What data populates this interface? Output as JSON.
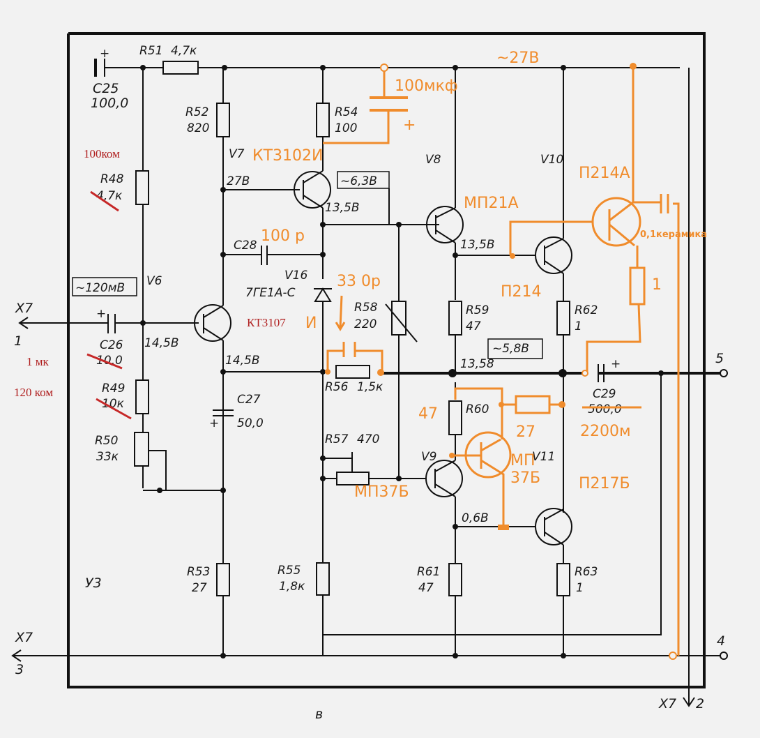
{
  "diagram": {
    "board_label": "У3",
    "sheet_label": "в",
    "connectors": {
      "x7_1": {
        "name": "X7",
        "pin": "1"
      },
      "x7_2": {
        "name": "X7",
        "pin": "2"
      },
      "x7_3": {
        "name": "X7",
        "pin": "3"
      },
      "out5": "5",
      "out4": "4"
    },
    "components": {
      "C25": {
        "ref": "C25",
        "value": "100,0"
      },
      "R51": {
        "ref": "R51",
        "value": "4,7к"
      },
      "R52": {
        "ref": "R52",
        "value": "820"
      },
      "R54": {
        "ref": "R54",
        "value": "100"
      },
      "R48": {
        "ref": "R48",
        "value": "4,7к"
      },
      "R49": {
        "ref": "R49",
        "value": "10к"
      },
      "R50": {
        "ref": "R50",
        "value": "33к"
      },
      "C26": {
        "ref": "C26",
        "value": "10,0"
      },
      "C27": {
        "ref": "C27",
        "value": "50,0"
      },
      "C28": {
        "ref": "C28"
      },
      "R53": {
        "ref": "R53",
        "value": "27"
      },
      "V6": {
        "ref": "V6"
      },
      "V7": {
        "ref": "V7"
      },
      "V8": {
        "ref": "V8"
      },
      "V9": {
        "ref": "V9"
      },
      "V10": {
        "ref": "V10"
      },
      "V11": {
        "ref": "V11"
      },
      "V16": {
        "ref": "V16",
        "value": "7ГЕ1А-С"
      },
      "R56": {
        "ref": "R56",
        "value": "1,5к"
      },
      "R57": {
        "ref": "R57",
        "value": "470"
      },
      "R58": {
        "ref": "R58",
        "value": "220"
      },
      "R55": {
        "ref": "R55",
        "value": "1,8к"
      },
      "R59": {
        "ref": "R59",
        "value": "47"
      },
      "R60": {
        "ref": "R60"
      },
      "R61": {
        "ref": "R61",
        "value": "47"
      },
      "R62": {
        "ref": "R62",
        "value": "1"
      },
      "R63": {
        "ref": "R63",
        "value": "1"
      },
      "C29": {
        "ref": "C29",
        "value": "500,0"
      }
    },
    "voltages": {
      "v27": "27В",
      "v63": "~6,3В",
      "v135a": "13,5В",
      "v135b": "13,5В",
      "v120mv": "~120мВ",
      "v145a": "14,5В",
      "v145b": "14,5В",
      "v1358": "13,58",
      "v58": "~5,8В",
      "v06": "0,6В"
    },
    "annotations_orange": {
      "supply": "~27В",
      "cap100u": "100мкф",
      "cap_plus": "+",
      "kt3102": "КТ3102И",
      "mp21a": "МП21А",
      "p214a": "П214А",
      "ceramic": "0,1керамика",
      "res1": "1",
      "p214": "П214",
      "c100p": "100 р",
      "c330p": "33 0р",
      "kt3107_suffix": "И",
      "r60_47": "47",
      "r27": "27",
      "c2200": "2200м",
      "mp37b_a": "МП37Б",
      "mp37b_b": "МП",
      "mp37b_c": "37Б",
      "p217b": "П217Б"
    },
    "annotations_red": {
      "r48_new": "100ком",
      "c26_new": "1 мк",
      "r49_new": "120 ком",
      "kt3107": "КТ3107"
    },
    "colors": {
      "ink": "#111111",
      "orange": "#f08c2c",
      "red": "#b02020",
      "paper": "#f2f2f2"
    }
  }
}
